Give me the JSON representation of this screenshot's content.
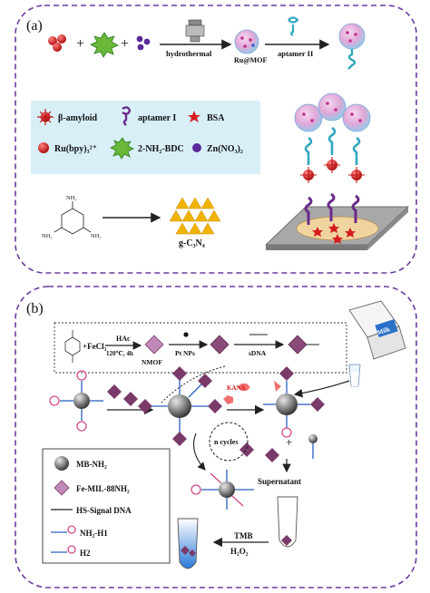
{
  "panel_a": {
    "label": "(a)",
    "arrow1_label": "hydrothermal",
    "product1_label": "Ru@MOF",
    "arrow2_label": "aptamer II",
    "legend": {
      "beta_amyloid": "β-amyloid",
      "aptamer_i": "aptamer I",
      "bsa": "BSA",
      "ru_bpy": "Ru(bpy)₃²⁺",
      "nh2_bdc": "2-NH₂-BDC",
      "zn_no3": "Zn(NO₃)₂"
    },
    "melamine_nh2": "NH₂",
    "gc3n4_label": "g-C₃N₄",
    "colors": {
      "border": "#6a3aa0",
      "legend_bg": "#d8eff8",
      "ru_red": "#d42020",
      "ligand_green": "#4aa02a",
      "zn_purple": "#5a2a9a",
      "triangle_gold": "#f0b400",
      "plate_gray": "#a8a8a8",
      "electrode_beige": "#f0d4a0",
      "mof_pink": "#e0a8d8",
      "aptamer_cyan": "#30a8c0",
      "aptamer_purple": "#6a2a8a"
    }
  },
  "panel_b": {
    "label": "(b)",
    "fecl3": "+FeCl₃",
    "hac": "HAc",
    "temp": "120℃, 4h",
    "nmof": "NMOF",
    "pt_nps": "Pt NPs",
    "sdna": "sDNA",
    "milk_text": "Milk",
    "kana_label": "KANA",
    "n_cycles": "n cycles",
    "supernatant": "Supernatant",
    "tmb": "TMB",
    "h2o2": "H₂O₂",
    "legend": {
      "mb_nh2": "MB-NH₂",
      "fe_mil": "Fe-MIL-88NH₂",
      "hs_signal": "HS-Signal DNA",
      "nh2_h1": "NH₂-H1",
      "h2": "H2"
    },
    "colors": {
      "border": "#6a3aa0",
      "mof_purple": "#7a3a6a",
      "bead_gray": "#7a7a7a",
      "hairpin_blue": "#2a60c0",
      "hairpin_pink": "#d04a8a",
      "tube_blue": "#2a7ad8"
    }
  }
}
